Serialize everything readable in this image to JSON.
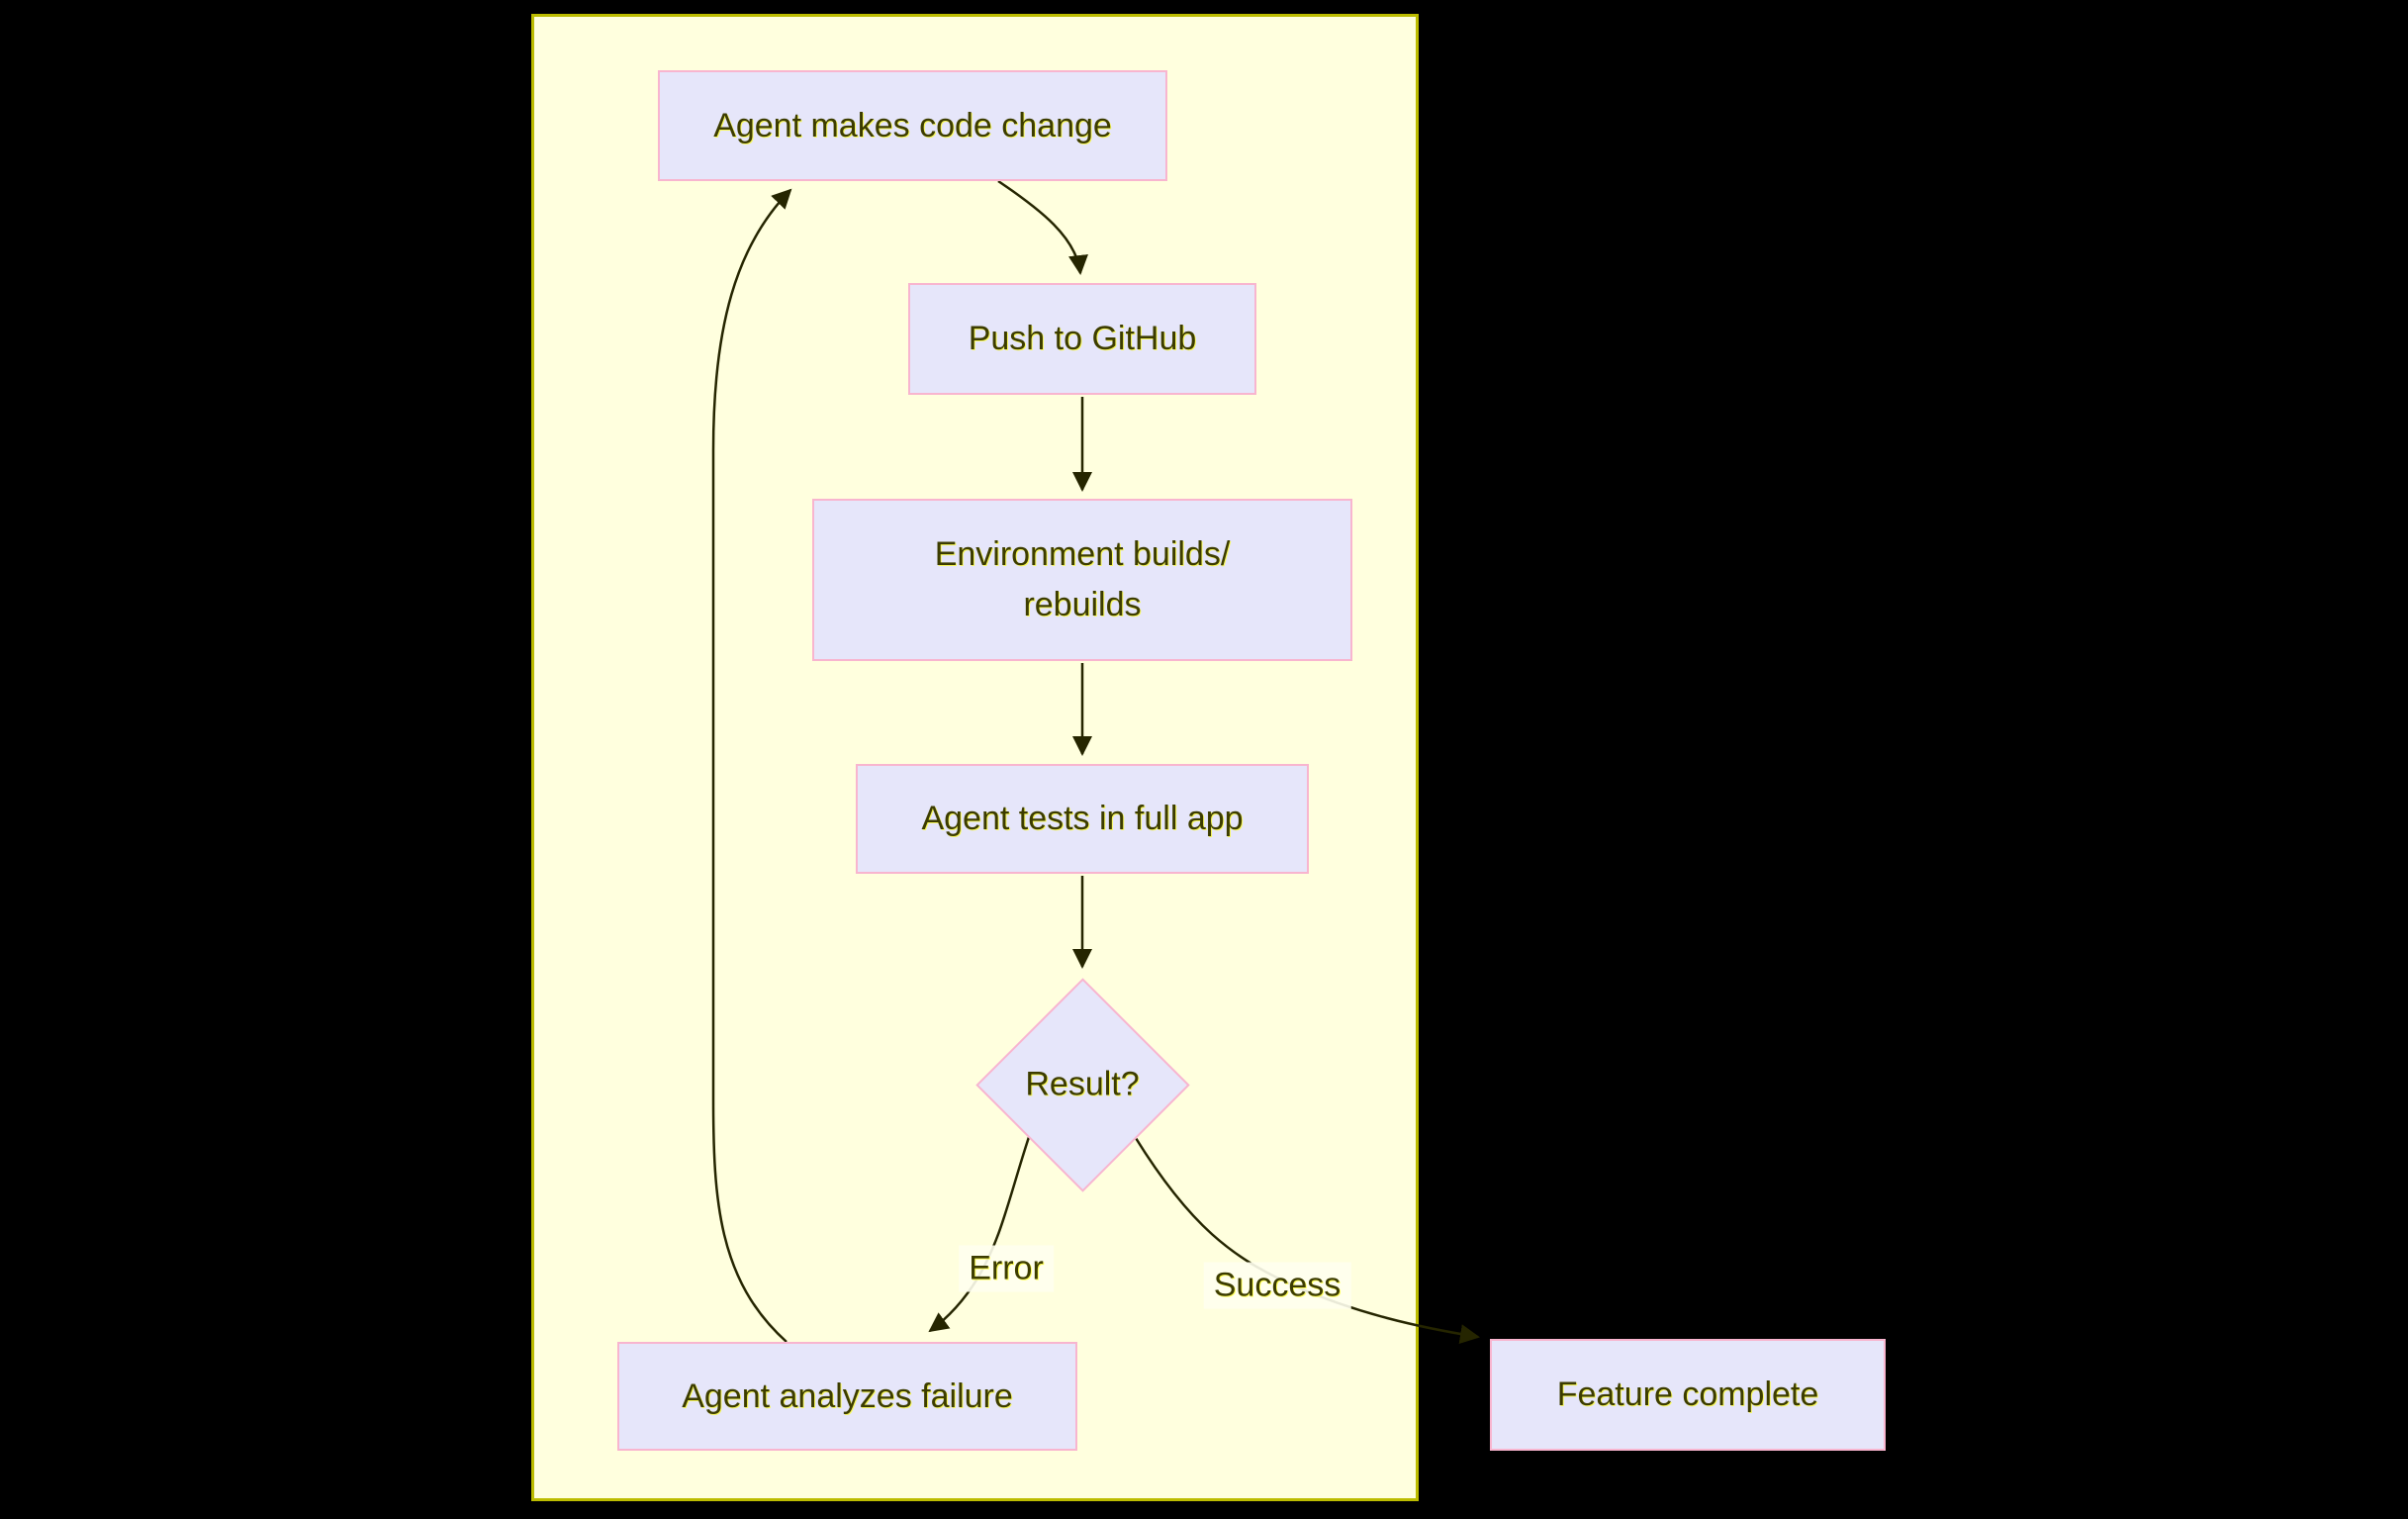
{
  "diagram": {
    "type": "flowchart",
    "direction": "top-down",
    "colors": {
      "page_background": "#000000",
      "subgraph_fill": "#ffffde",
      "subgraph_border": "#bcbc00",
      "node_fill": "#e6e6fa",
      "node_border": "#f8b5cf",
      "text": "#3c3c00",
      "edge": "#252500"
    },
    "nodes": [
      {
        "id": "change",
        "shape": "rect",
        "label": "Agent makes code change"
      },
      {
        "id": "push",
        "shape": "rect",
        "label": "Push to GitHub"
      },
      {
        "id": "build",
        "shape": "rect",
        "label_line1": "Environment builds/",
        "label_line2": "rebuilds"
      },
      {
        "id": "tests",
        "shape": "rect",
        "label": "Agent tests in full app"
      },
      {
        "id": "result",
        "shape": "diamond",
        "label": "Result?"
      },
      {
        "id": "analyze",
        "shape": "rect",
        "label": "Agent analyzes failure"
      },
      {
        "id": "feature",
        "shape": "rect",
        "label": "Feature complete"
      }
    ],
    "edges": [
      {
        "from": "change",
        "to": "push",
        "label": ""
      },
      {
        "from": "push",
        "to": "build",
        "label": ""
      },
      {
        "from": "build",
        "to": "tests",
        "label": ""
      },
      {
        "from": "tests",
        "to": "result",
        "label": ""
      },
      {
        "from": "result",
        "to": "analyze",
        "label": "Error"
      },
      {
        "from": "result",
        "to": "feature",
        "label": "Success"
      },
      {
        "from": "analyze",
        "to": "change",
        "label": ""
      }
    ]
  }
}
